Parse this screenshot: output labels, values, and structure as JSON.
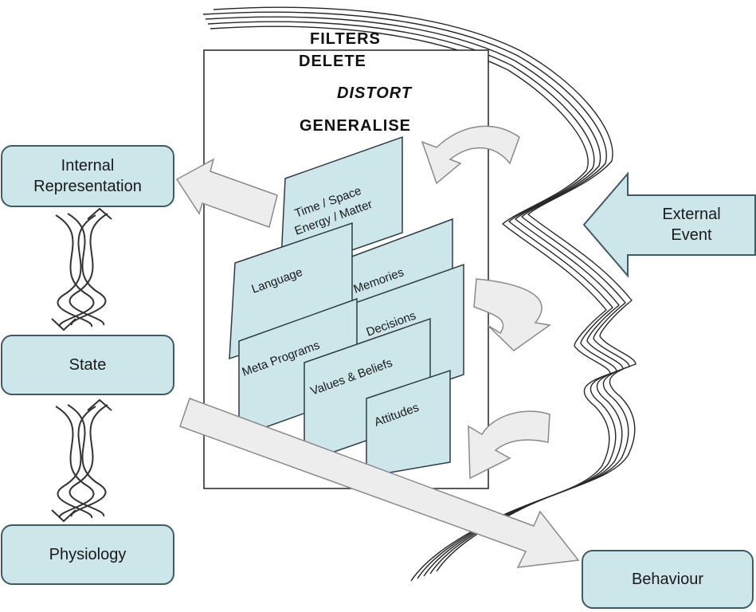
{
  "filters": {
    "title": "FILTERS",
    "delete": "DELETE",
    "distort": "DISTORT",
    "generalise": "GENERALISE"
  },
  "boxes": {
    "internal_representation": "Internal\nRepresentation",
    "state": "State",
    "physiology": "Physiology",
    "external_event": "External\nEvent",
    "behaviour": "Behaviour"
  },
  "cards": {
    "time_space_line1": "Time / Space",
    "time_space_line2": "Energy / Matter",
    "language": "Language",
    "memories": "Memories",
    "meta_programs": "Meta Programs",
    "decisions": "Decisions",
    "values_beliefs": "Values & Beliefs",
    "attitudes": "Attitudes"
  },
  "colors": {
    "box_fill": "#cde6ea",
    "box_border": "#3f5b66",
    "arrow_fill": "#ededed",
    "arrow_stroke": "#8a8a8a"
  }
}
